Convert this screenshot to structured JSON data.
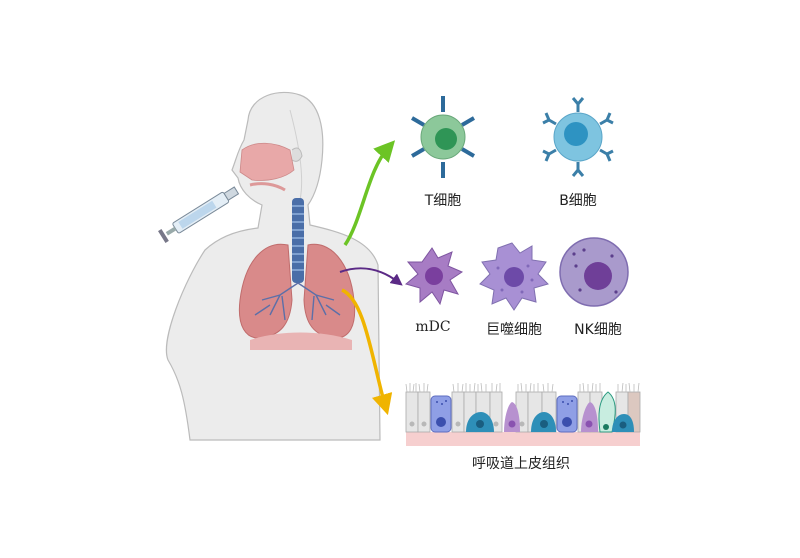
{
  "labels": {
    "t_cell": "T细胞",
    "b_cell": "B细胞",
    "mdc": "mDC",
    "macrophage": "巨噬细胞",
    "nk_cell": "NK细胞",
    "epithelium": "呼吸道上皮组织"
  },
  "colors": {
    "arrow_green": "#6cc425",
    "arrow_purple": "#5b2a86",
    "arrow_yellow": "#f0b400",
    "t_cell": "#8cc89a",
    "b_cell": "#7ec4e0",
    "dc": "#a77cc4",
    "nk": "#a99acc",
    "lung": "#d98a8a"
  }
}
